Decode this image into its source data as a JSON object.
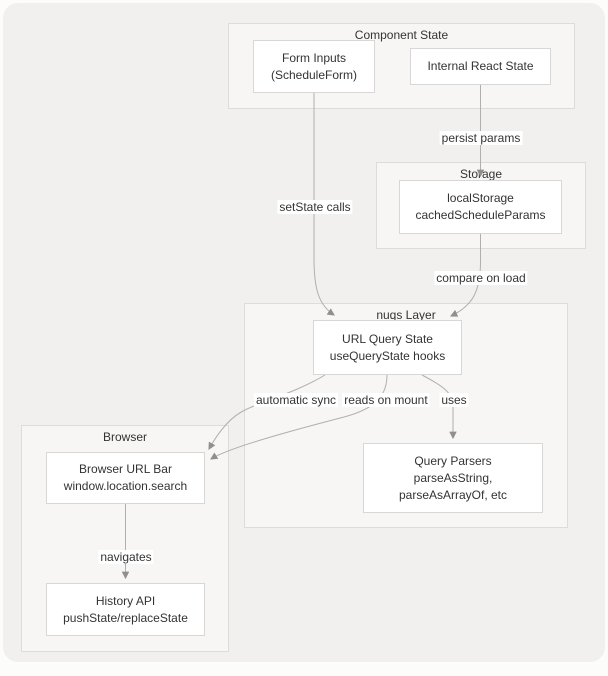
{
  "diagram": {
    "containers": {
      "component_state": {
        "title": "Component State"
      },
      "storage": {
        "title": "Storage"
      },
      "nuqs_layer": {
        "title": "nuqs Layer"
      },
      "browser": {
        "title": "Browser"
      }
    },
    "nodes": {
      "form_inputs": {
        "line1": "Form Inputs",
        "line2": "(ScheduleForm)"
      },
      "internal_react_state": {
        "line1": "Internal React State"
      },
      "local_storage": {
        "line1": "localStorage",
        "line2": "cachedScheduleParams"
      },
      "url_query_state": {
        "line1": "URL Query State",
        "line2": "useQueryState hooks"
      },
      "query_parsers": {
        "line1": "Query Parsers",
        "line2": "parseAsString,",
        "line3": "parseAsArrayOf, etc"
      },
      "browser_url_bar": {
        "line1": "Browser URL Bar",
        "line2": "window.location.search"
      },
      "history_api": {
        "line1": "History API",
        "line2": "pushState/replaceState"
      }
    },
    "edge_labels": {
      "persist_params": "persist params",
      "setstate_calls": "setState calls",
      "compare_on_load": "compare on load",
      "automatic_sync": "automatic sync",
      "reads_on_mount": "reads on mount",
      "uses": "uses",
      "navigates": "navigates"
    },
    "colors": {
      "canvas_bg": "#f1f0ee",
      "container_bg": "#f7f6f5",
      "container_border": "#dedcda",
      "node_bg": "#ffffff",
      "node_border": "#d9d7d5",
      "edge_line": "#b0afad",
      "arrowhead": "#908f8d",
      "text": "#333333",
      "label_bg": "#ffffff"
    }
  }
}
